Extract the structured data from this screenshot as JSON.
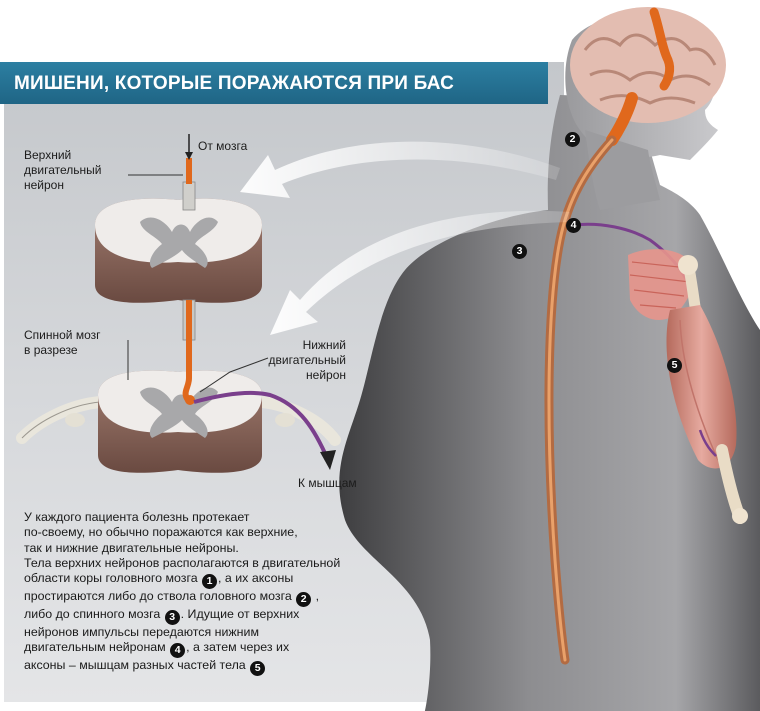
{
  "banner": {
    "title": "МИШЕНИ, КОТОРЫЕ ПОРАЖАЮТСЯ ПРИ БАС"
  },
  "labels": {
    "from_brain": "От мозга",
    "upper_neuron": [
      "Верхний",
      "двигательный",
      "нейрон"
    ],
    "cord_section": [
      "Спинной мозг",
      "в разрезе"
    ],
    "lower_neuron": [
      "Нижний",
      "двигательный",
      "нейрон"
    ],
    "to_muscles": "К мышцам"
  },
  "markers": [
    "2",
    "3",
    "4",
    "5"
  ],
  "paragraph": {
    "l1": "У каждого пациента болезнь протекает",
    "l2": "по-своему, но обычно поражаются как верхние,",
    "l3": "так и нижние двигательные нейроны.",
    "l4": "Тела верхних нейронов располагаются в двигательной",
    "l5a": "области коры головного мозга",
    "b1": "1",
    "l5b": ", а их аксоны",
    "l6a": "простираются либо до ствола головного мозга",
    "b2": "2",
    "l6b": ",",
    "l7a": "либо до спинного мозга",
    "b3": "3",
    "l7b": ". Идущие от верхних",
    "l8": "нейронов импульсы передаются нижним",
    "l9a": "двигательным нейронам",
    "b4": "4",
    "l9b": ", а затем через их",
    "l10a": "аксоны – мышцам разных частей тела",
    "b5": "5"
  },
  "colors": {
    "banner": "#22708f",
    "nerve_orange": "#e0681c",
    "lower_nerve_purple": "#7a3f8c"
  }
}
